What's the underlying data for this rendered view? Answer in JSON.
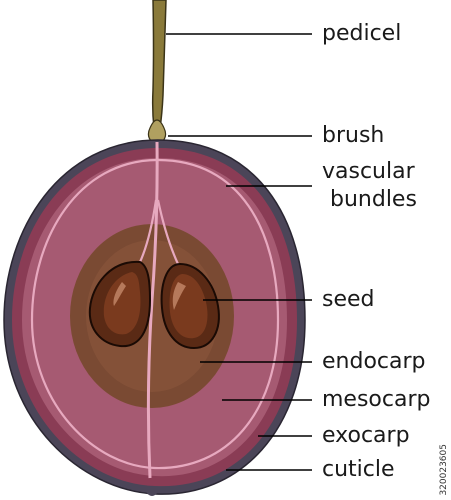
{
  "labels": {
    "pedicel": "pedicel",
    "brush": "brush",
    "vascular_line1": "vascular",
    "vascular_line2": "bundles",
    "seed": "seed",
    "endocarp": "endocarp",
    "mesocarp": "mesocarp",
    "exocarp": "exocarp",
    "cuticle": "cuticle"
  },
  "stock_id": "320023605",
  "colors": {
    "cuticle": "#4b4558",
    "exocarp": "#8a3c55",
    "mesocarp": "#a65a72",
    "bundle": "#e7a9bf",
    "endocarp": "#7a4a33",
    "seed": "#5a2a15",
    "pedicel": "#8a7a3a",
    "leader": "#000000"
  }
}
